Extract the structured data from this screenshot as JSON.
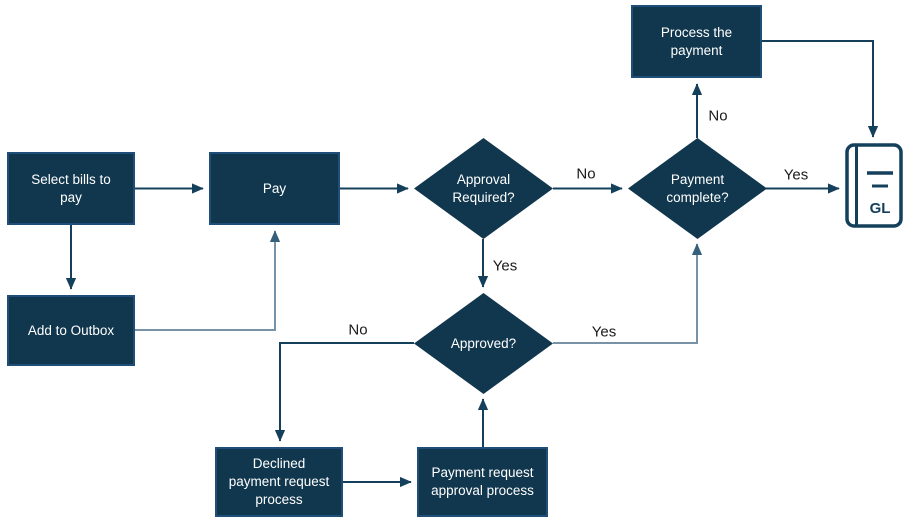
{
  "diagram": {
    "type": "flowchart",
    "nodes": {
      "select_bills": {
        "label": "Select bills to pay",
        "shape": "process"
      },
      "pay": {
        "label": "Pay",
        "shape": "process"
      },
      "add_outbox": {
        "label": "Add to Outbox",
        "shape": "process"
      },
      "approval_required": {
        "label": "Approval Required?",
        "shape": "decision"
      },
      "payment_complete": {
        "label": "Payment complete?",
        "shape": "decision"
      },
      "process_payment": {
        "label": "Process the payment",
        "shape": "process"
      },
      "approved": {
        "label": "Approved?",
        "shape": "decision"
      },
      "declined_process": {
        "label": "Declined payment request process",
        "shape": "process"
      },
      "approval_process": {
        "label": "Payment request approval process",
        "shape": "process"
      },
      "gl": {
        "label": "GL",
        "shape": "ledger-book-icon"
      }
    },
    "edge_labels": {
      "ar_to_pc_no": "No",
      "ar_to_approved_yes": "Yes",
      "pc_to_process_no": "No",
      "pc_to_gl_yes": "Yes",
      "approved_to_declined_no": "No",
      "approved_to_pc_yes": "Yes"
    },
    "edges": [
      {
        "from": "select_bills",
        "to": "pay",
        "label": ""
      },
      {
        "from": "select_bills",
        "to": "add_outbox",
        "label": ""
      },
      {
        "from": "add_outbox",
        "to": "pay",
        "label": ""
      },
      {
        "from": "pay",
        "to": "approval_required",
        "label": ""
      },
      {
        "from": "approval_required",
        "to": "payment_complete",
        "label": "No"
      },
      {
        "from": "approval_required",
        "to": "approved",
        "label": "Yes"
      },
      {
        "from": "payment_complete",
        "to": "process_payment",
        "label": "No"
      },
      {
        "from": "payment_complete",
        "to": "gl",
        "label": "Yes"
      },
      {
        "from": "process_payment",
        "to": "gl",
        "label": ""
      },
      {
        "from": "approved",
        "to": "declined_process",
        "label": "No"
      },
      {
        "from": "declined_process",
        "to": "approval_process",
        "label": ""
      },
      {
        "from": "approval_process",
        "to": "approved",
        "label": ""
      },
      {
        "from": "approved",
        "to": "payment_complete",
        "label": "Yes"
      }
    ],
    "colors": {
      "node_fill": "#11374e",
      "node_border": "#1f4e79",
      "node_text": "#ffffff",
      "connector_dark": "#15405c",
      "connector_light": "#7892a7",
      "connector_light_head": "#35607c",
      "edge_label_text": "#1a1a1a",
      "background": "#ffffff"
    }
  }
}
